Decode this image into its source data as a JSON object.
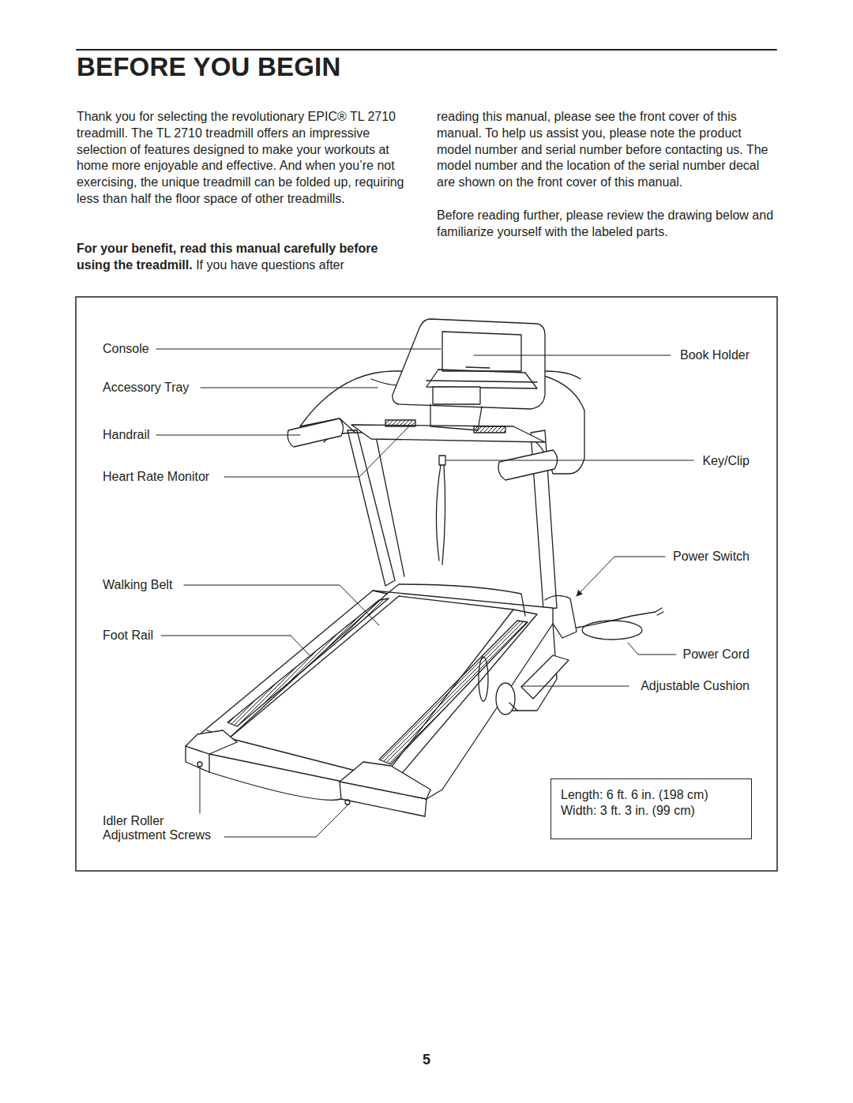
{
  "diagram": {
    "title": "BEFORE YOU BEGIN",
    "nodes": [
      {
        "text": [
          "Length: 6 ft. 6 in. (198 cm)",
          "Width: 3 ft. 3 in. (99 cm)"
        ]
      }
    ],
    "edges": [],
    "labels": [
      "Thank you for selecting the revolutionary EPIC® TL 2710 treadmill. The TL 2710 treadmill offers an impressive selection of features designed to make your workouts at home more enjoyable and effective. And when you’re not exercising, the unique treadmill can be folded up, requiring less than half the floor space of other treadmills.",
      "For your benefit, read this manual carefully before using the treadmill.",
      "If you have questions after",
      "reading this manual, please see the front cover of this manual. To help us assist you, please note the product model number and serial number before contacting us. The model number and the location of the serial number decal are shown on the front cover of this manual.",
      "Before reading further, please review the drawing below and familiarize yourself with the labeled parts.",
      "Console",
      "Accessory Tray",
      "Handrail",
      "Heart Rate Monitor",
      "Walking Belt",
      "Foot Rail",
      "Idler Roller Adjustment Screws",
      "Book Holder",
      "Key/Clip",
      "Power Switch",
      "Power Cord",
      "Adjustable Cushion",
      "5"
    ]
  }
}
